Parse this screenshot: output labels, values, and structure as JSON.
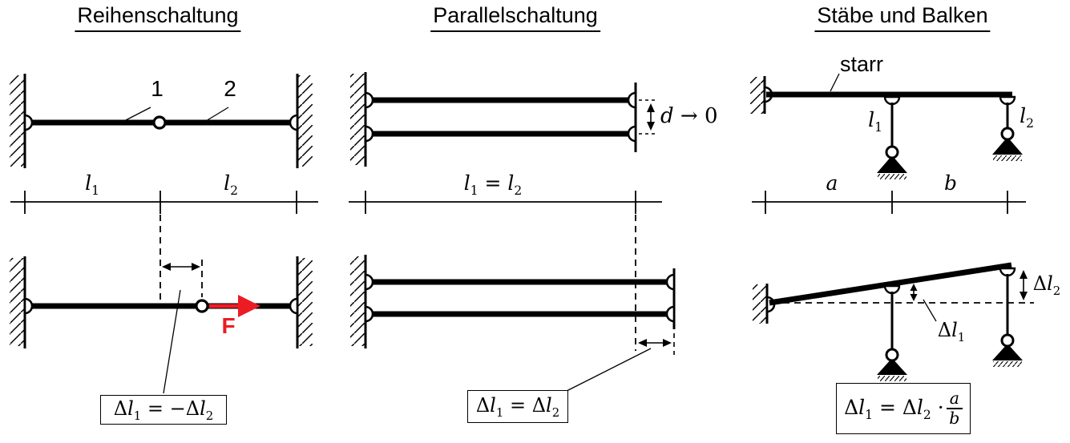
{
  "figure": {
    "palette": {
      "ink": "#000000",
      "background": "#ffffff",
      "force_red": "#EC1C24"
    },
    "series": {
      "title": "Reihenschaltung",
      "member1_label": "1",
      "member2_label": "2",
      "dim_l1": {
        "var": "l",
        "sub": "1"
      },
      "dim_l2": {
        "var": "l",
        "sub": "2"
      },
      "force_label": "F",
      "formula": {
        "delta1": "Δ",
        "var1": "l",
        "sub1": "1",
        "eq": " = −",
        "delta2": "Δ",
        "var2": "l",
        "sub2": "2"
      }
    },
    "parallel": {
      "title": "Parallelschaltung",
      "gap": {
        "var": "d",
        "rest": " → 0"
      },
      "dim": {
        "var1": "l",
        "sub1": "1",
        "eq": " = ",
        "var2": "l",
        "sub2": "2"
      },
      "formula": {
        "delta1": "Δ",
        "var1": "l",
        "sub1": "1",
        "eq": " = ",
        "delta2": "Δ",
        "var2": "l",
        "sub2": "2"
      }
    },
    "beams": {
      "title": "Stäbe und Balken",
      "rigid_label": "starr",
      "rod1_label": {
        "var": "l",
        "sub": "1"
      },
      "rod2_label": {
        "var": "l",
        "sub": "2"
      },
      "dim_a": "a",
      "dim_b": "b",
      "delta1_label": {
        "delta": "Δ",
        "var": "l",
        "sub": "1"
      },
      "delta2_label": {
        "delta": "Δ",
        "var": "l",
        "sub": "2"
      },
      "formula": {
        "delta1": "Δ",
        "var1": "l",
        "sub1": "1",
        "eq": " = ",
        "delta2": "Δ",
        "var2": "l",
        "sub2": "2",
        "dot": " · ",
        "frac_num": "a",
        "frac_den": "b"
      }
    }
  }
}
